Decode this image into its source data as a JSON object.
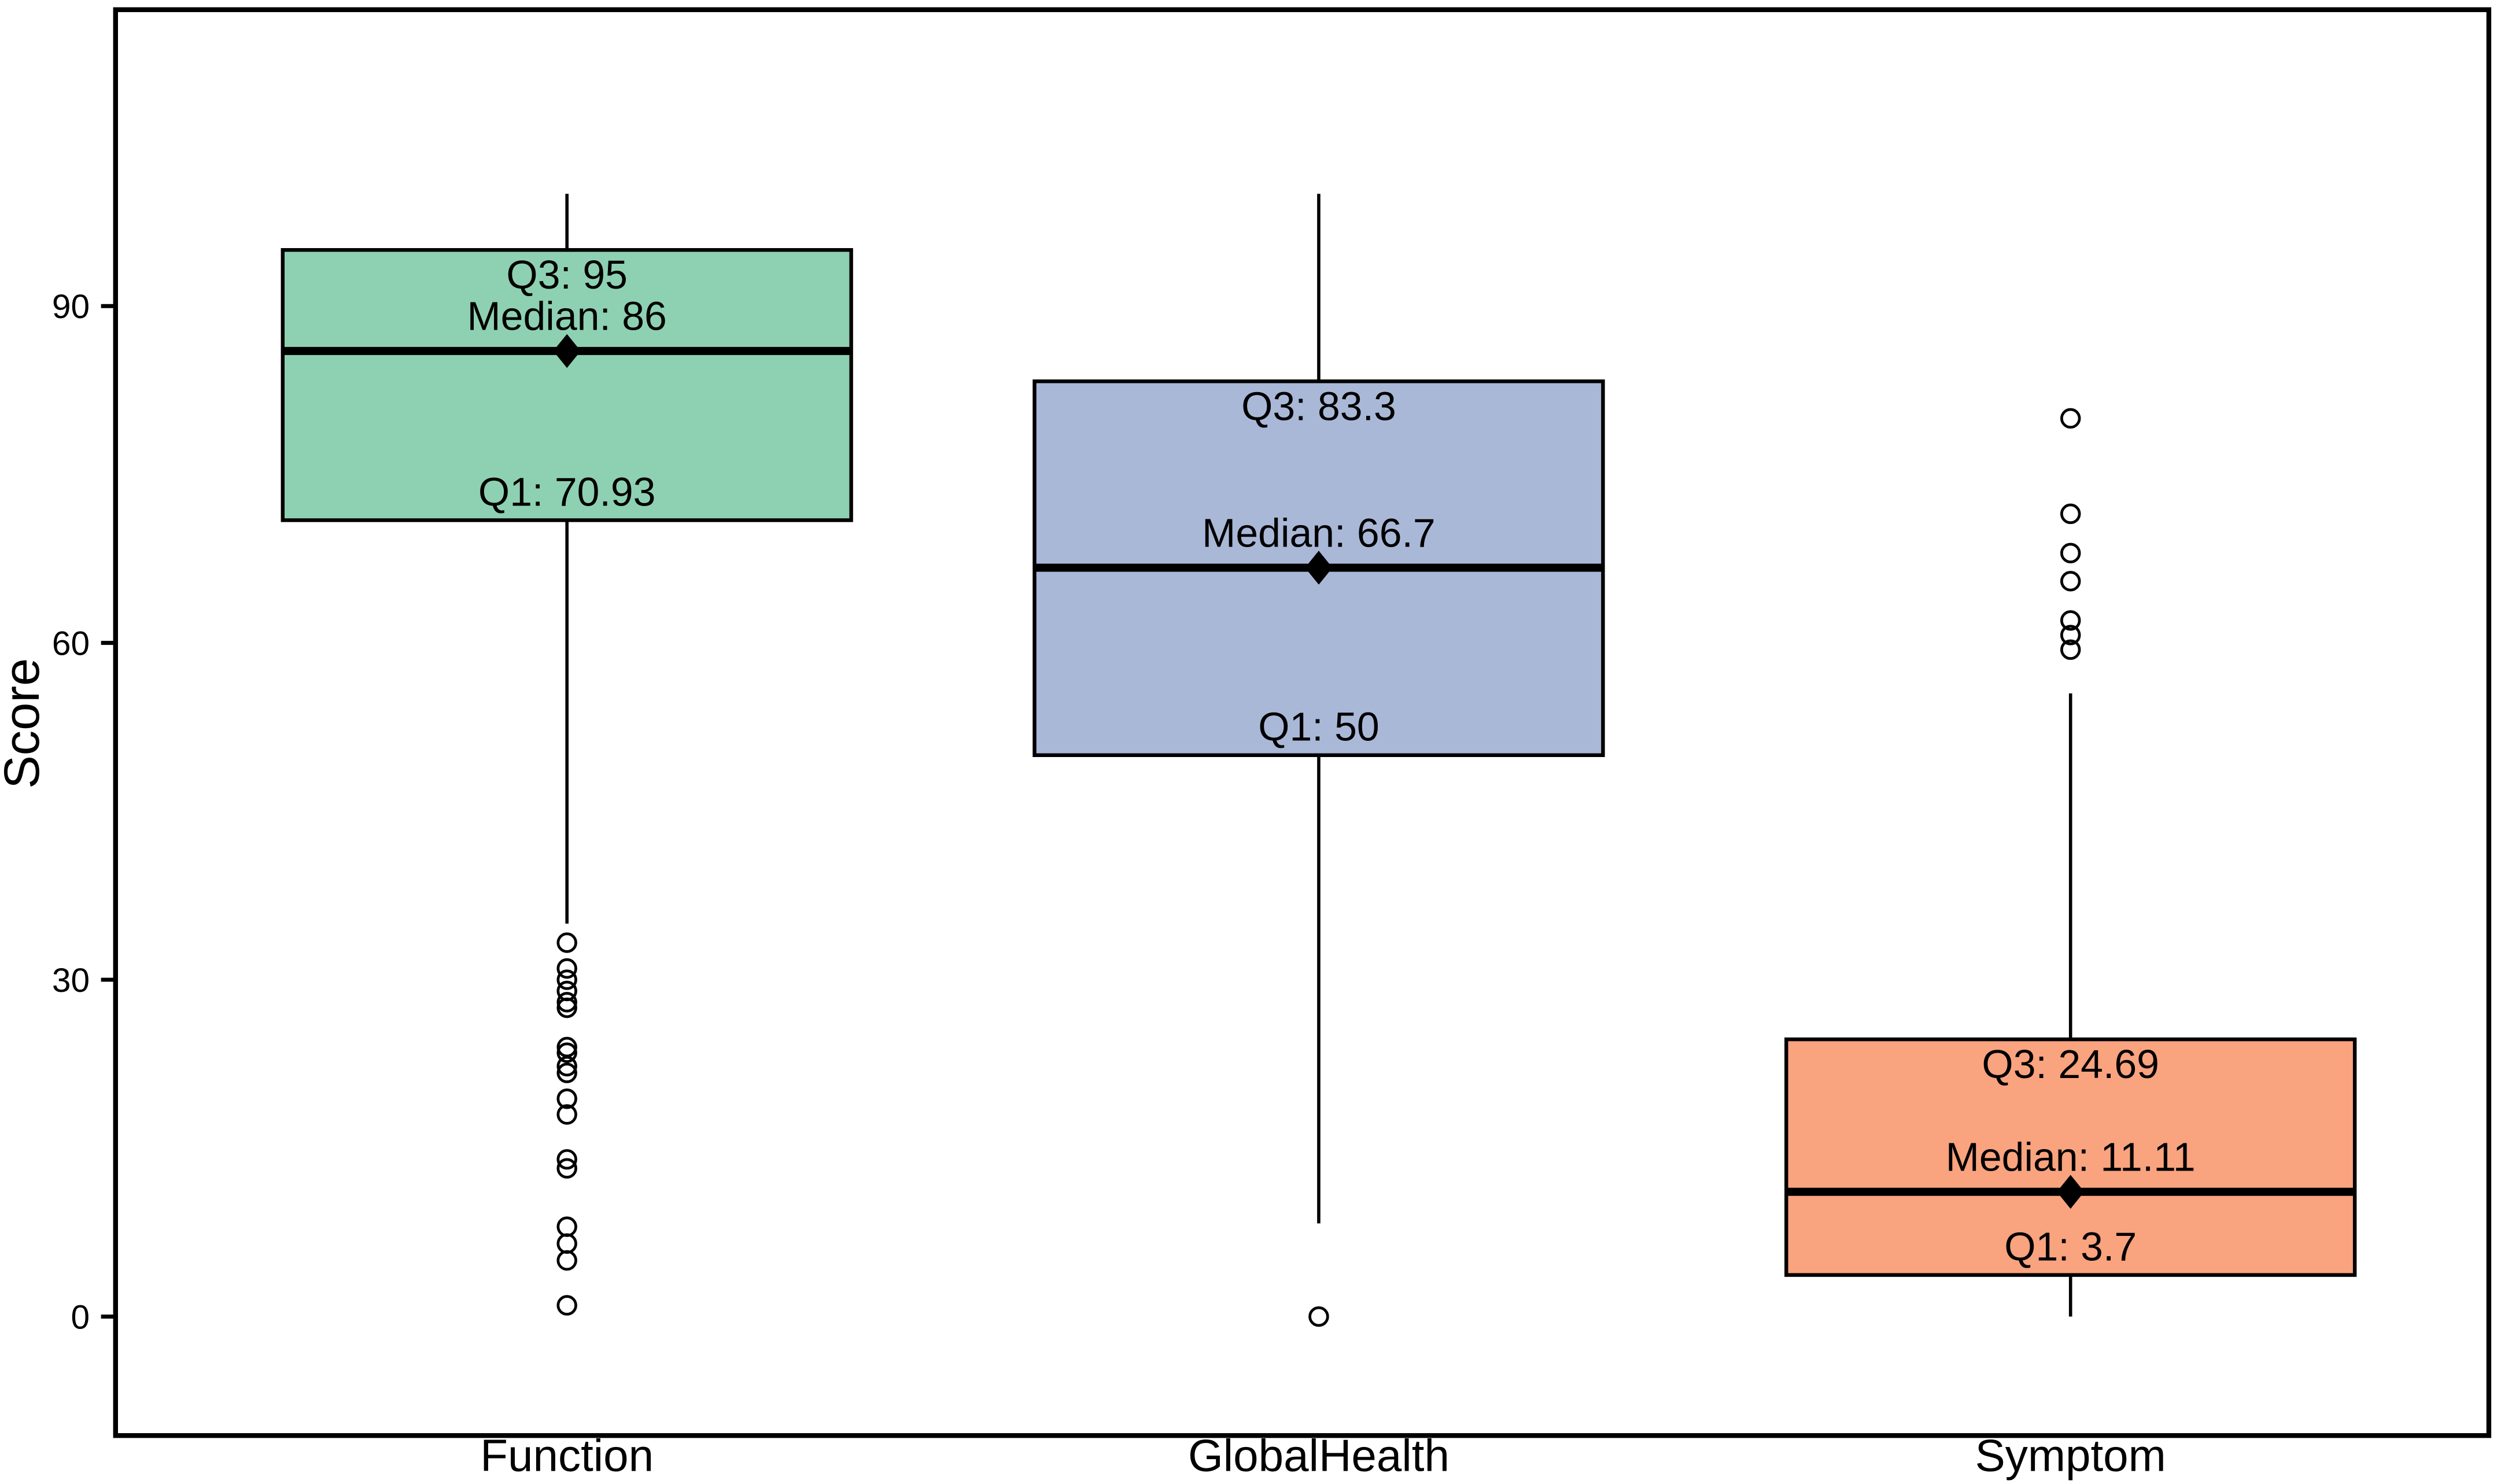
{
  "figure": {
    "background": "#ffffff",
    "border_color": "#000000"
  },
  "chart_data": {
    "type": "boxplot",
    "title": "",
    "xlabel": "",
    "ylabel": "Score",
    "ylim": [
      -10.6,
      116.4
    ],
    "yticks": [
      0,
      30,
      60,
      90
    ],
    "ytick_labels": [
      "0",
      "30",
      "60",
      "90"
    ],
    "grid": false,
    "legend": "none",
    "categories": [
      "Function",
      "GlobalHealth",
      "Symptom"
    ],
    "series": [
      {
        "name": "Function",
        "box_color": "#8ed1b2",
        "q1": 70.93,
        "median": 86,
        "q3": 95,
        "whisker_low": 35,
        "whisker_high": 100,
        "outliers": [
          33.3,
          31,
          30,
          29,
          28,
          27.5,
          24,
          23.5,
          22.3,
          21.7,
          19.4,
          18,
          14,
          13.2,
          8,
          6.5,
          5,
          1
        ],
        "labels": {
          "q3": "Q3: 95",
          "median": "Median: 86",
          "q1": "Q1: 70.93"
        }
      },
      {
        "name": "GlobalHealth",
        "box_color": "#aab8d8",
        "q1": 50,
        "median": 66.7,
        "q3": 83.3,
        "whisker_low": 8.3,
        "whisker_high": 100,
        "outliers": [
          0
        ],
        "labels": {
          "q3": "Q3: 83.3",
          "median": "Median: 66.7",
          "q1": "Q1: 50"
        }
      },
      {
        "name": "Symptom",
        "box_color": "#f9a37f",
        "q1": 3.7,
        "median": 11.11,
        "q3": 24.69,
        "whisker_low": 0,
        "whisker_high": 55.5,
        "outliers": [
          80,
          71.5,
          68,
          65.5,
          62,
          60.7,
          59.4
        ],
        "labels": {
          "q3": "Q3: 24.69",
          "median": "Median: 11.11",
          "q1": "Q1: 3.7"
        }
      }
    ]
  }
}
